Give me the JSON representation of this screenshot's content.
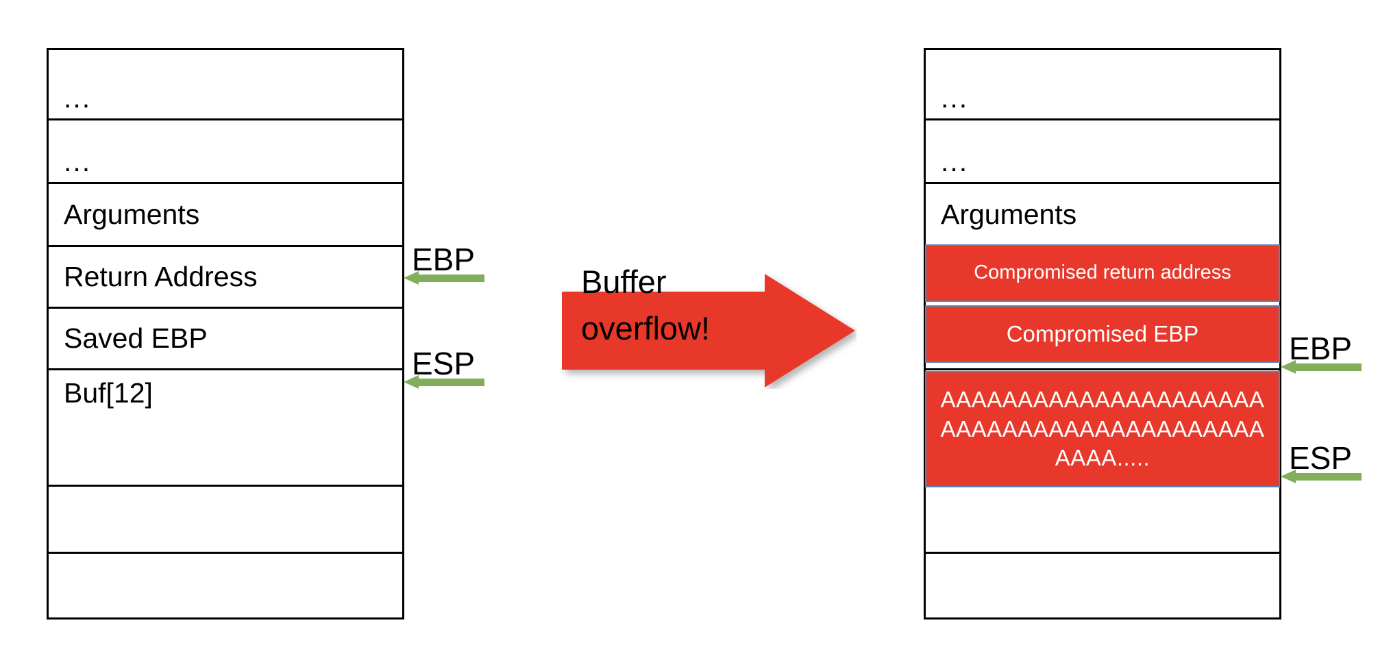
{
  "diagram": {
    "title_hidden": "",
    "colors": {
      "stack_border": "#000000",
      "compromised_fill": "#E8382B",
      "compromised_border": "#5B84B1",
      "register_arrow": "#82AD5B",
      "overflow_arrow": "#E8382B",
      "text": "#000000",
      "compromised_text": "#FFFFFF"
    }
  },
  "left_stack": {
    "name": "normal-stack",
    "rows": [
      {
        "label": "...",
        "kind": "ellipsis"
      },
      {
        "label": "...",
        "kind": "ellipsis"
      },
      {
        "label": "Arguments",
        "kind": "text"
      },
      {
        "label": "Return Address",
        "kind": "text"
      },
      {
        "label": "Saved EBP",
        "kind": "text"
      },
      {
        "label": "Buf[12]",
        "kind": "text"
      },
      {
        "label": "",
        "kind": "empty"
      },
      {
        "label": "",
        "kind": "empty"
      }
    ],
    "registers": [
      {
        "name": "EBP",
        "label": "EBP"
      },
      {
        "name": "ESP",
        "label": "ESP"
      }
    ]
  },
  "right_stack": {
    "name": "overflowed-stack",
    "rows": [
      {
        "label": "...",
        "kind": "ellipsis"
      },
      {
        "label": "...",
        "kind": "ellipsis"
      },
      {
        "label": "Arguments",
        "kind": "text"
      },
      {
        "label": "",
        "kind": "empty"
      },
      {
        "label": "",
        "kind": "empty"
      },
      {
        "label": "",
        "kind": "empty"
      },
      {
        "label": "",
        "kind": "empty"
      },
      {
        "label": "",
        "kind": "empty"
      }
    ],
    "compromised_blocks": [
      {
        "name": "compromised-return-address",
        "label": "Compromised return address"
      },
      {
        "name": "compromised-ebp",
        "label": "Compromised EBP"
      }
    ],
    "payload_block": {
      "name": "overflow-payload",
      "lines": [
        "AAAAAAAAAAAAAAAAAAAAA",
        "AAAAAAAAAAAAAAAAAAAAA",
        "AAAA....."
      ]
    },
    "registers": [
      {
        "name": "EBP",
        "label": "EBP"
      },
      {
        "name": "ESP",
        "label": "ESP"
      }
    ]
  },
  "overflow_arrow": {
    "name": "buffer-overflow-arrow",
    "line1": "Buffer",
    "line2": "overflow!"
  }
}
